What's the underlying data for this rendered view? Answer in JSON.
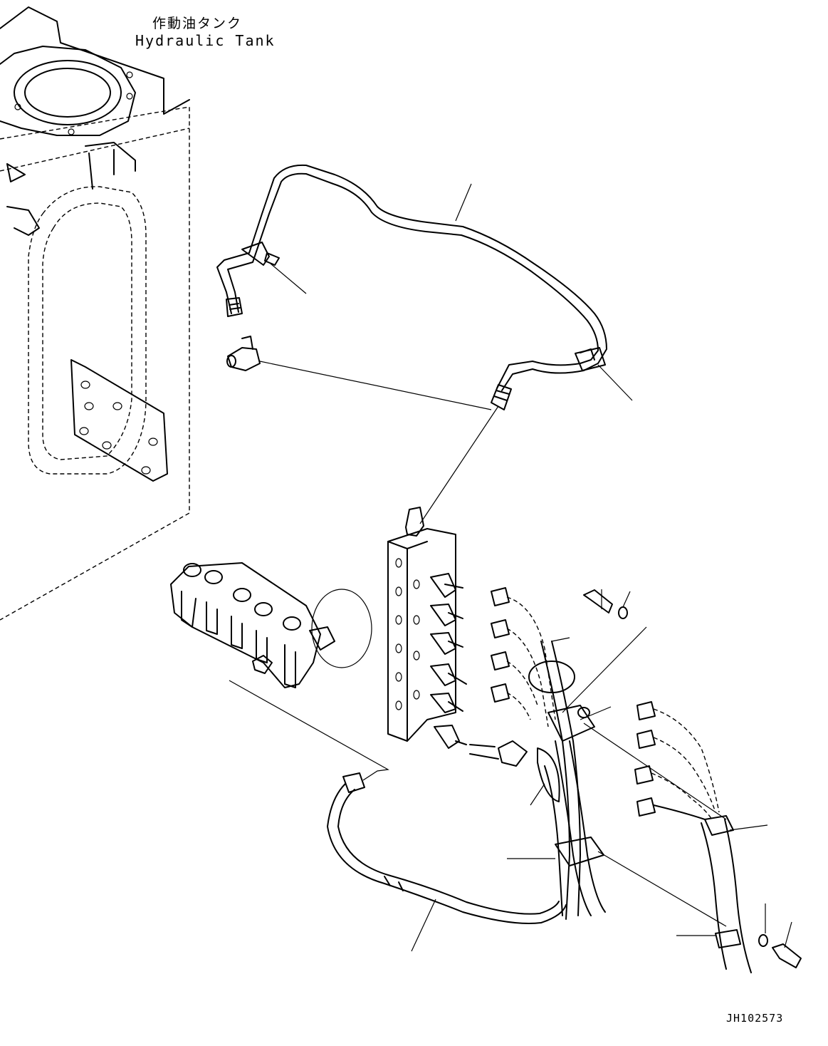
{
  "labels": {
    "tank_jp": "作動油タンク",
    "tank_en": "Hydraulic Tank",
    "drawing_code": "JH102573"
  }
}
